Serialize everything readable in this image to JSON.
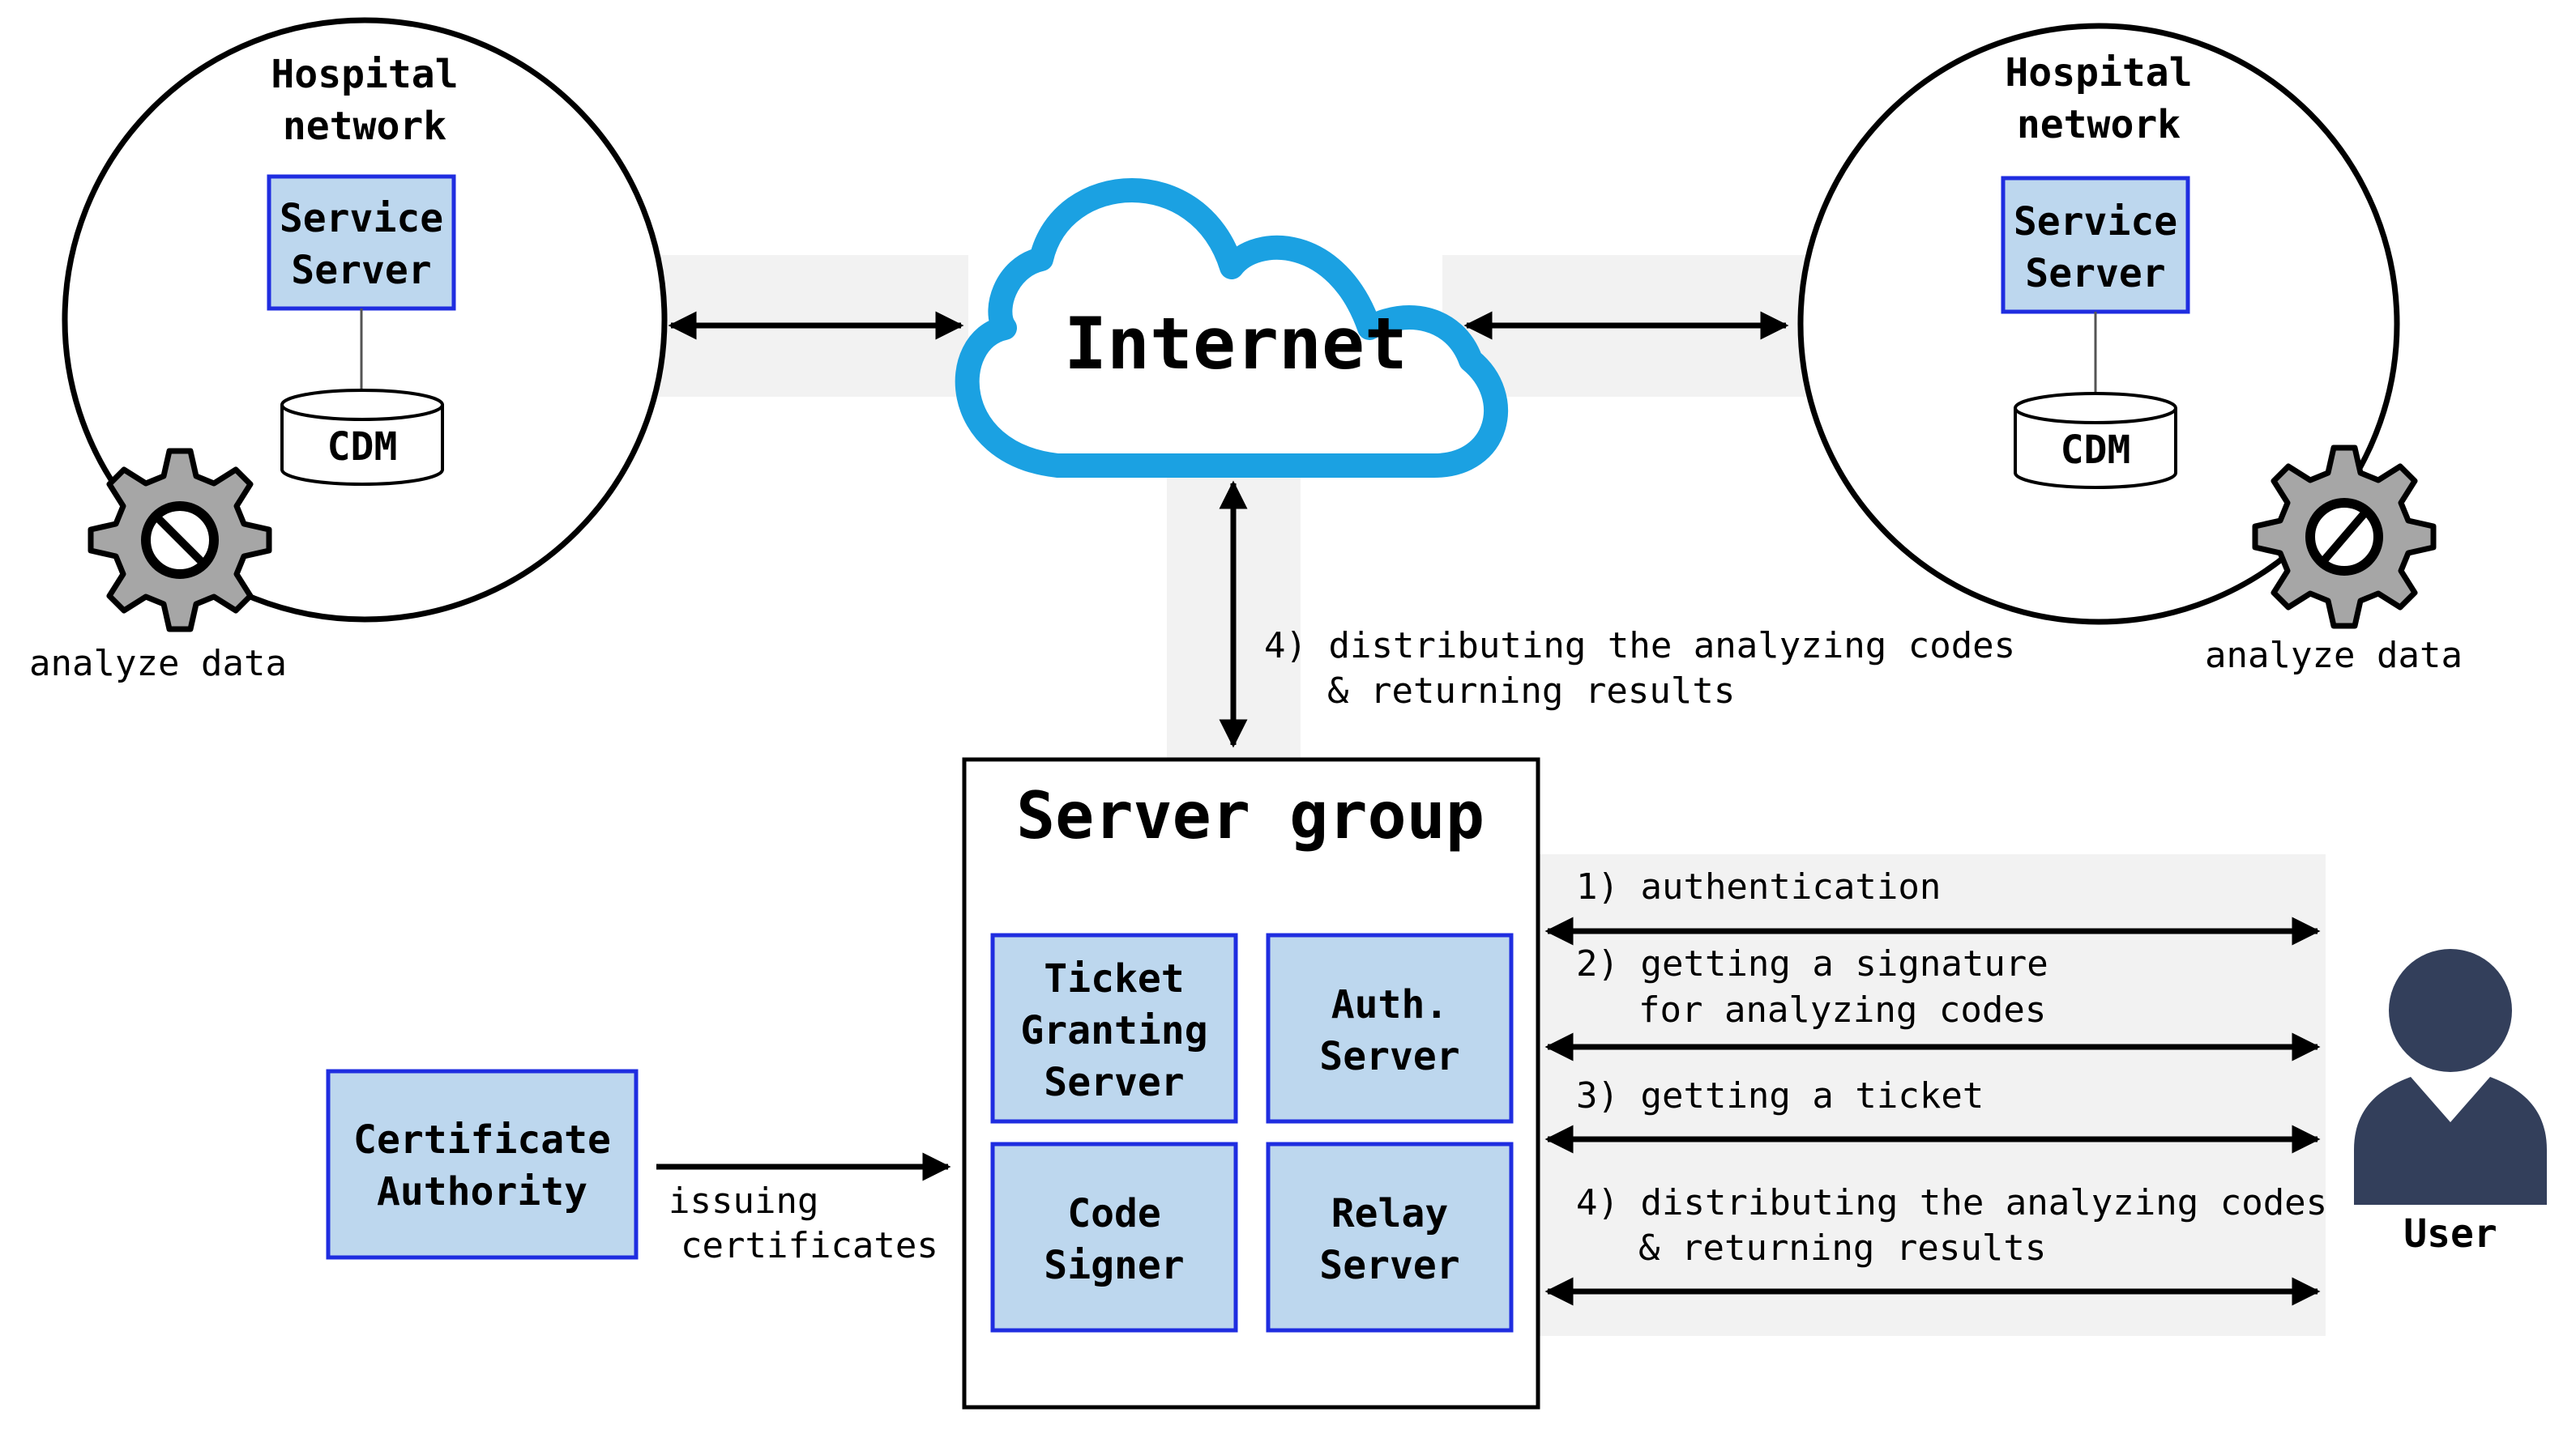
{
  "colors": {
    "box_fill": "#bdd7ee",
    "box_stroke": "#1f2de0",
    "cloud": "#1ba1e2",
    "band": "#f2f2f2",
    "gear": "#a6a6a6",
    "user": "#333f5b"
  },
  "icons": {
    "cloud": "cloud-icon",
    "gear": "gear-icon",
    "user": "user-icon",
    "database": "database-icon"
  },
  "left_hospital": {
    "title_line1": "Hospital",
    "title_line2": "network",
    "service_line1": "Service",
    "service_line2": "Server",
    "db_label": "CDM",
    "analyze_label": "analyze data"
  },
  "right_hospital": {
    "title_line1": "Hospital",
    "title_line2": "network",
    "service_line1": "Service",
    "service_line2": "Server",
    "db_label": "CDM",
    "analyze_label": "analyze data"
  },
  "internet": {
    "label": "Internet"
  },
  "internet_link": {
    "line1": "4) distributing the analyzing codes",
    "line2": "& returning results"
  },
  "server_group": {
    "title": "Server group",
    "tgs_line1": "Ticket",
    "tgs_line2": "Granting",
    "tgs_line3": "Server",
    "auth_line1": "Auth.",
    "auth_line2": "Server",
    "code_line1": "Code",
    "code_line2": "Signer",
    "relay_line1": "Relay",
    "relay_line2": "Server"
  },
  "certificate_authority": {
    "line1": "Certificate",
    "line2": "Authority",
    "arrow_line1": "issuing",
    "arrow_line2": "certificates"
  },
  "user_flows": {
    "step1": "1) authentication",
    "step2_line1": "2) getting a signature",
    "step2_line2": "for analyzing codes",
    "step3": "3) getting a ticket",
    "step4_line1": "4) distributing the analyzing codes",
    "step4_line2": "& returning results"
  },
  "user": {
    "label": "User"
  }
}
